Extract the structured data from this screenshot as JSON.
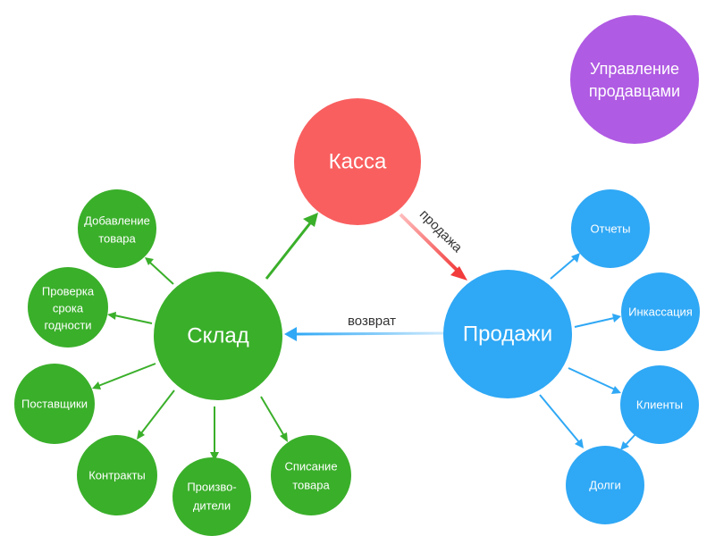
{
  "colors": {
    "green": "#3aaf2a",
    "blue": "#2fa8f5",
    "red": "#f95f5f",
    "purple": "#b05be3",
    "label_text": "#ffffff",
    "edge_text": "#333333"
  },
  "nodes": {
    "kassa": "Касса",
    "sklad": "Склад",
    "prodazhi": "Продажи",
    "manage_sellers": [
      "Управление",
      "продавцами"
    ],
    "add_goods": [
      "Добавление",
      "товара"
    ],
    "expiry_check": [
      "Проверка",
      "срока",
      "годности"
    ],
    "suppliers": "Поставщики",
    "contracts": "Контракты",
    "producers": [
      "Произво-",
      "дители"
    ],
    "writeoff": [
      "Списание",
      "товара"
    ],
    "reports": "Отчеты",
    "collection": "Инкассация",
    "clients": "Клиенты",
    "debts": "Долги"
  },
  "edges": {
    "sale": "продажа",
    "return": "возврат"
  }
}
